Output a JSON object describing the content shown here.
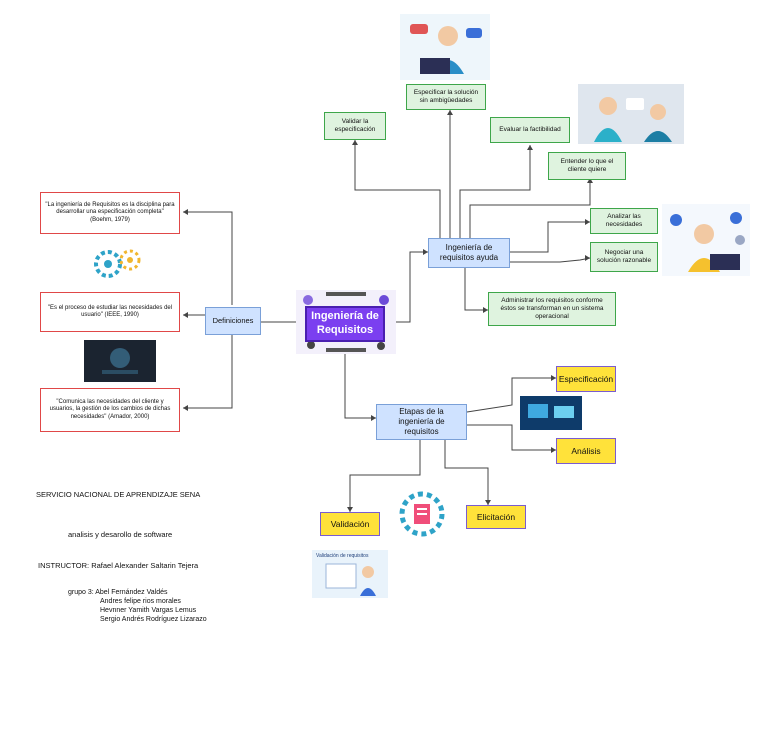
{
  "central": "Ingeniería de Requisitos",
  "definiciones": {
    "label": "Definiciones",
    "items": [
      "\"La ingeniería de Requisitos es la disciplina para desarrollar una especificación completa\" (Boehm, 1979)",
      "\"Es el proceso de estudiar las necesidades del usuario\" (IEEE, 1990)",
      "\"Comunica las necesidades del cliente y usuarios, la gestión de los cambios de dichas necesidades\" (Amador, 2000)"
    ]
  },
  "ayuda": {
    "label": "Ingeniería de requisitos ayuda",
    "items": [
      "Validar la especificación",
      "Especificar la solución sin ambigüedades",
      "Evaluar la factibilidad",
      "Entender lo que el cliente quiere",
      "Analizar las necesidades",
      "Negociar una solución razonable",
      "Administrar los requisitos conforme éstos se transforman en un sistema operacional"
    ]
  },
  "etapas": {
    "label": "Etapas de la ingeniería de requisitos",
    "items": [
      "Especificación",
      "Análisis",
      "Validación",
      "Elicitación"
    ]
  },
  "image_caption": "Validación de requisitos",
  "credits": {
    "institution": "SERVICIO NACIONAL DE APRENDIZAJE SENA",
    "program": "analisis y desarollo de software",
    "instructor": "INSTRUCTOR: Rafael Alexander Saltarin Tejera",
    "group_label": "grupo 3:",
    "members": [
      "Abel Fernández Valdés",
      "Andres felipe rios morales",
      "Hevnner Yamith Vargas Lemus",
      "Sergio Andrés Rodríguez Lizarazo"
    ]
  },
  "colors": {
    "central": "#7b3ff0",
    "green_node": "#dff3df",
    "blue_node": "#cfe2ff",
    "yellow_node": "#ffe23a",
    "red_border": "#e04848"
  }
}
